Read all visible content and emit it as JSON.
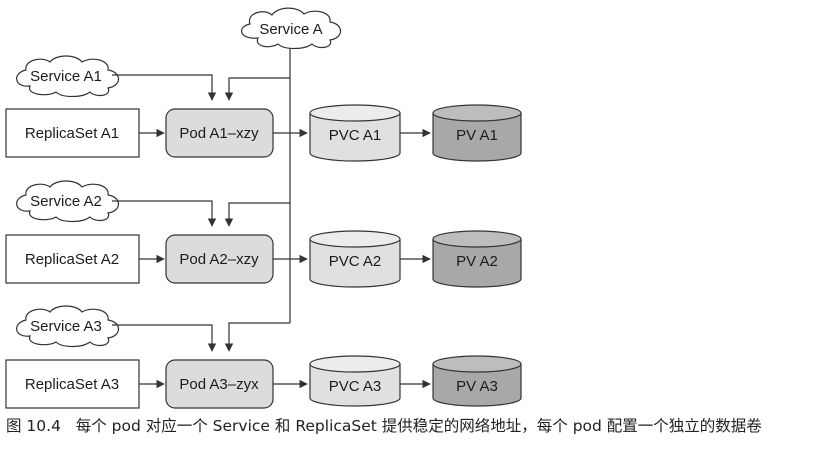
{
  "diagram": {
    "service_main": "Service A",
    "rows": [
      {
        "service": "Service A1",
        "replicaset": "ReplicaSet A1",
        "pod": "Pod A1–xzy",
        "pvc": "PVC A1",
        "pv": "PV A1"
      },
      {
        "service": "Service A2",
        "replicaset": "ReplicaSet A2",
        "pod": "Pod A2–xzy",
        "pvc": "PVC A2",
        "pv": "PV A2"
      },
      {
        "service": "Service A3",
        "replicaset": "ReplicaSet A3",
        "pod": "Pod A3–zyx",
        "pvc": "PVC A3",
        "pv": "PV A3"
      }
    ],
    "colors": {
      "pod_fill": "#dcdcdc",
      "pvc_fill": "#e0e0e0",
      "pv_fill": "#a8a8a8",
      "stroke": "#333333"
    }
  },
  "caption": {
    "number": "图 10.4",
    "text": "每个 pod 对应一个 Service 和 ReplicaSet 提供稳定的网络地址，每个 pod 配置一个独立的数据卷"
  }
}
